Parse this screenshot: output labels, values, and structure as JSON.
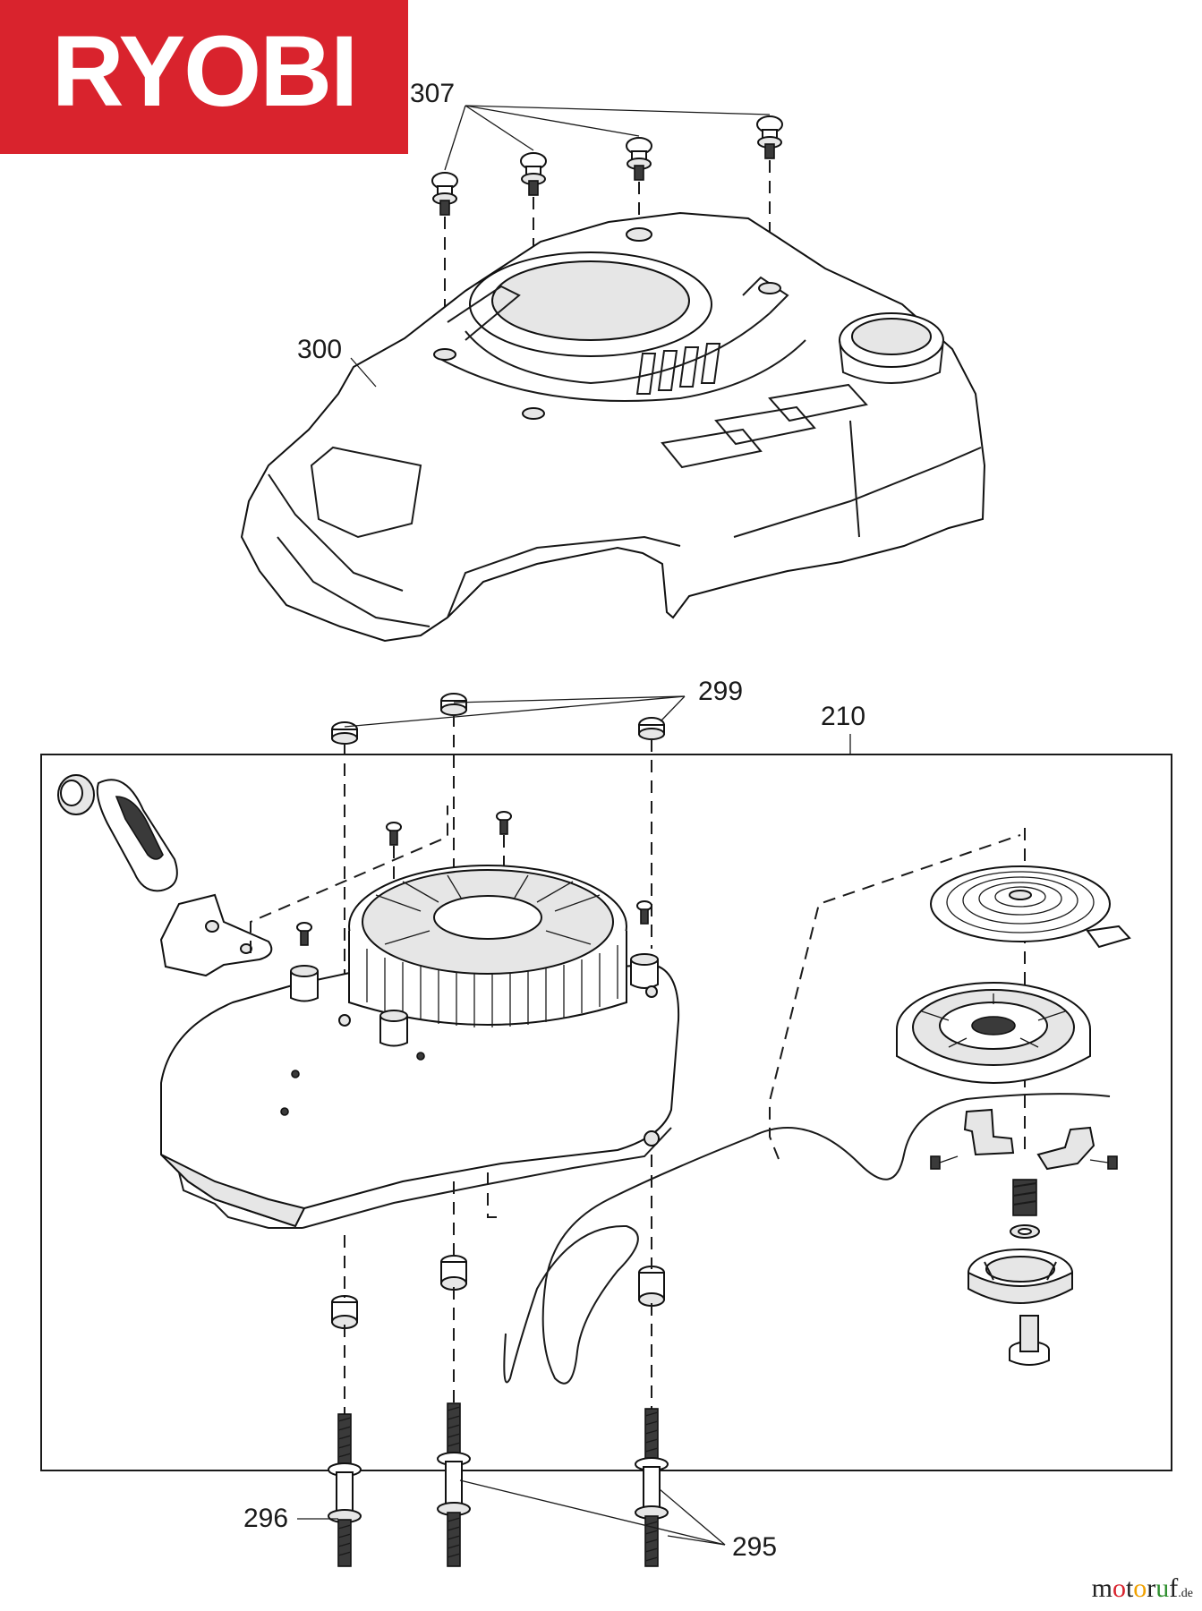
{
  "brand": {
    "logo_text": "RYOBI",
    "logo_color": "#d9232d"
  },
  "callouts": {
    "c307": "307",
    "c300": "300",
    "c299": "299",
    "c210": "210",
    "c296": "296",
    "c295": "295"
  },
  "watermark": {
    "letters": [
      "m",
      "o",
      "t",
      "o",
      "r",
      "u",
      "f"
    ],
    "suffix": ".de",
    "dot_colors": [
      "#d9232d",
      "#f0a100",
      "#2f8f2f"
    ]
  }
}
